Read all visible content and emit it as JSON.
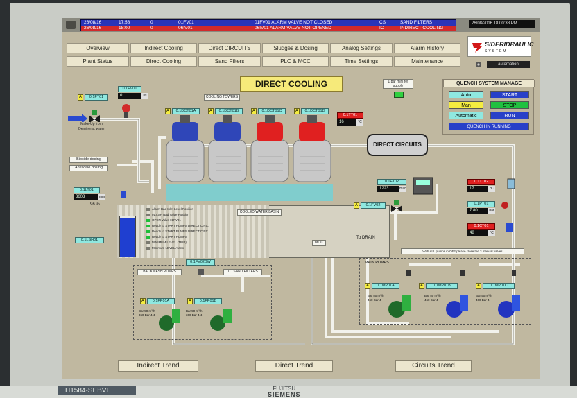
{
  "alarms": [
    {
      "date": "26/08/16",
      "time": "17:58",
      "num": "0",
      "tag": "01FV01",
      "message": "01FV01 ALARM VALVE NOT CLOSED",
      "area_code": "CS",
      "area": "SAND FILTERS"
    },
    {
      "date": "26/08/16",
      "time": "18:00",
      "num": "0",
      "tag": "06IV01",
      "message": "06IV01 ALARM VALVE NOT OPENED",
      "area_code": "IC",
      "area": "INDIRECT COOLING"
    }
  ],
  "header": {
    "datetime": "26/08/2016 18:00:38 PM",
    "automation_label": "automation"
  },
  "nav": {
    "row1": [
      "Overview",
      "Indirect Cooling",
      "Direct CIRCUITS",
      "Sludges & Dosing",
      "Analog Settings",
      "Alarm History"
    ],
    "row2": [
      "Plant Status",
      "Direct Cooling",
      "Sand Filters",
      "PLC & MCC",
      "Time Settings",
      "Maintenance"
    ]
  },
  "logo": {
    "name": "SIDERIDRAULIC",
    "sub": "SYSTEM"
  },
  "page_title": "DIRECT COOLING",
  "supply": {
    "label": "1 bar mini ref supply"
  },
  "quench": {
    "title": "QUENCH SYSTEM MANAGE",
    "auto": "Auto",
    "start": "START",
    "man": "Man",
    "stop": "STOP",
    "automatic": "Automatic",
    "run": "RUN",
    "status": "QUENCH IN RUNNING",
    "colors": {
      "auto": "#8fe8e0",
      "start": "#2840c8",
      "man": "#f4ec40",
      "stop": "#20c040",
      "run": "#2840c8",
      "status": "#2840c8"
    }
  },
  "tags": {
    "inflow_flow": "0.1FT01",
    "inflow_valve": "0.1FV01",
    "inflow_value": "0",
    "inflow_unit": "l/s",
    "makeup": "Make-Up from Demineral. water",
    "dosing1": "Biocide dosing",
    "dosing2": "Antiscale dosing",
    "cooling_towers": "COOLING TOWERS",
    "ct1": "0.1DCT01A",
    "ct2": "0.1DCT01B",
    "ct3": "0.1DCT01C",
    "ct4": "0.1DCT01D",
    "temp_tag": "0.1TT01",
    "temp_value": "16",
    "temp_unit": "°C",
    "direct_circuits": "DIRECT CIRCUITS",
    "level_tag": "0.1LT01",
    "level_value": "3603",
    "level_unit": "mm",
    "level_pct": "96 %",
    "basin_label": "COOLED WATER BASIN",
    "level_switch": "0.1LSH01",
    "flow2_tag": "0.1FT02",
    "flow2_value": "1223",
    "flow2_unit": "m³/h",
    "valve2_tag": "0.1FV02",
    "drain": "To DRAIN",
    "rt_tag": "0.1TT02",
    "rt_value": "17",
    "rt_unit": "°C",
    "pt_tag": "0.1PT01",
    "pt_value": "7.80",
    "pt_unit": "bar",
    "ct_tag": "0.1CT01",
    "ct_value": "48",
    "ct_unit": "°C",
    "mcc": "MCC",
    "backwash_valve": "0.1FV02BW",
    "backwash_pumps": "BACKWASH PUMPS",
    "to_sand": "TO SAND FILTERS",
    "bw_pump_a": "0.1FP01A",
    "bw_pump_b": "0.1FP01B",
    "main_pumps": "MAIN PUMPS",
    "main_pump_a": "0.1MP01A",
    "main_pump_b": "0.1MP01B",
    "main_pump_c": "0.1MP01C",
    "pump_note": "With ALL pumps in OFF please close the 3 manual valves"
  },
  "status_list": [
    {
      "text": "Alarm Bad Inlet Level Position",
      "on": false
    },
    {
      "text": "01.LSH Bad Valve Position",
      "on": false
    },
    {
      "text": "OPEN Valve 01FV01",
      "on": true
    },
    {
      "text": "Ready to START PUMPS DIRECT CIRC.",
      "on": true
    },
    {
      "text": "Ready to START PUMPS DIRECT CIRC.",
      "on": true
    },
    {
      "text": "Ready to START PUMPS",
      "on": true
    },
    {
      "text": "MINIMUM LEVEL (TRIP)",
      "on": false
    },
    {
      "text": "Minimum LEVEL Alarm",
      "on": false
    }
  ],
  "pump_stats": {
    "bw_a": "Bar 50 m³/h 360 Bar 4.4",
    "bw_b": "Bar 50 m³/h 360 Bar 4.4",
    "main_a": "Bar 50 m³/h 460 Bar 4",
    "main_b": "Bar 50 m³/h 460 Bar 4",
    "main_c": "Bar 50 m³/h 460 Bar 4"
  },
  "level_fraction": 0.96,
  "trends": {
    "indirect": "Indirect Trend",
    "direct": "Direct Trend",
    "circuits": "Circuits Trend"
  },
  "monitor": {
    "model": "H1584-SEBVE",
    "brand1": "FUJITSU",
    "brand2": "SIEMENS"
  }
}
